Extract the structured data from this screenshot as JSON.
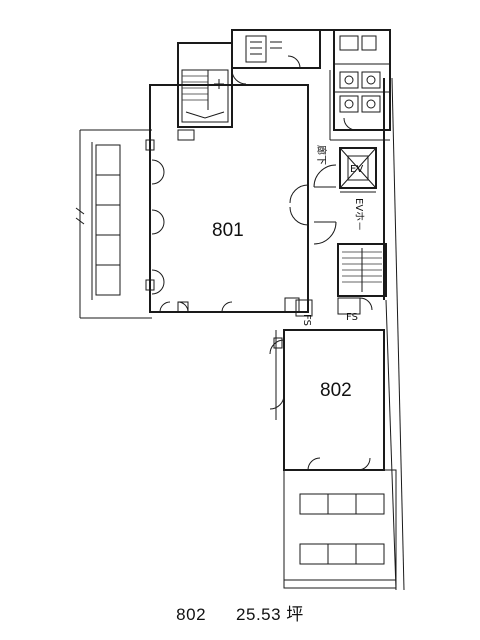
{
  "plan": {
    "rooms": [
      {
        "id": "801",
        "label": "801"
      },
      {
        "id": "802",
        "label": "802"
      }
    ],
    "small_labels": {
      "elevator_symbol": "EV",
      "elevator_hall": "EVホ－",
      "fs_left": "FS",
      "fs_right": "FS",
      "corridor": "廊下"
    }
  },
  "caption": {
    "unit": "802",
    "area": "25.53 坪"
  }
}
